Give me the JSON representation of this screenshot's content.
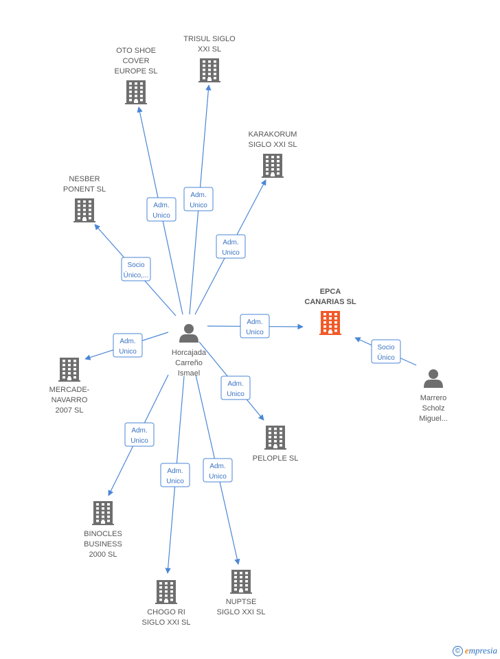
{
  "colors": {
    "company": "#6e6e6e",
    "focus_company": "#f05a28",
    "person": "#6e6e6e",
    "edge": "#4a86d6"
  },
  "footer": {
    "copyright": "©",
    "brand_first": "e",
    "brand_rest": "mpresia"
  },
  "nodes": [
    {
      "id": "horcajada",
      "kind": "person",
      "label": [
        "Horcajada",
        "Carreño",
        "Ismael"
      ]
    },
    {
      "id": "marrero",
      "kind": "person",
      "label": [
        "Marrero",
        "Scholz",
        "Miguel..."
      ]
    },
    {
      "id": "epca",
      "kind": "company",
      "focus": true,
      "label": [
        "EPCA",
        "CANARIAS SL"
      ]
    },
    {
      "id": "trisul",
      "kind": "company",
      "label": [
        "TRISUL SIGLO",
        "XXI SL"
      ]
    },
    {
      "id": "otoshoe",
      "kind": "company",
      "label": [
        "OTO SHOE",
        "COVER",
        "EUROPE SL"
      ]
    },
    {
      "id": "karakorum",
      "kind": "company",
      "label": [
        "KARAKORUM",
        "SIGLO XXI SL"
      ]
    },
    {
      "id": "nesber",
      "kind": "company",
      "label": [
        "NESBER",
        "PONENT SL"
      ]
    },
    {
      "id": "mercade",
      "kind": "company",
      "label": [
        "MERCADE-",
        "NAVARRO",
        "2007 SL"
      ]
    },
    {
      "id": "pelople",
      "kind": "company",
      "label": [
        "PELOPLE SL"
      ]
    },
    {
      "id": "binocles",
      "kind": "company",
      "label": [
        "BINOCLES",
        "BUSINESS",
        "2000 SL"
      ]
    },
    {
      "id": "chogori",
      "kind": "company",
      "label": [
        "CHOGO RI",
        "SIGLO XXI SL"
      ]
    },
    {
      "id": "nuptse",
      "kind": "company",
      "label": [
        "NUPTSE",
        "SIGLO XXI SL"
      ]
    }
  ],
  "edges": [
    {
      "from": "horcajada",
      "to": "trisul",
      "label": [
        "Adm.",
        "Unico"
      ]
    },
    {
      "from": "horcajada",
      "to": "otoshoe",
      "label": [
        "Adm.",
        "Unico"
      ]
    },
    {
      "from": "horcajada",
      "to": "karakorum",
      "label": [
        "Adm.",
        "Unico"
      ]
    },
    {
      "from": "horcajada",
      "to": "nesber",
      "label": [
        "Socio",
        "Único,..."
      ]
    },
    {
      "from": "horcajada",
      "to": "epca",
      "label": [
        "Adm.",
        "Unico"
      ]
    },
    {
      "from": "horcajada",
      "to": "mercade",
      "label": [
        "Adm.",
        "Unico"
      ]
    },
    {
      "from": "horcajada",
      "to": "pelople",
      "label": [
        "Adm.",
        "Unico"
      ]
    },
    {
      "from": "horcajada",
      "to": "binocles",
      "label": [
        "Adm.",
        "Unico"
      ]
    },
    {
      "from": "horcajada",
      "to": "chogori",
      "label": [
        "Adm.",
        "Unico"
      ]
    },
    {
      "from": "horcajada",
      "to": "nuptse",
      "label": [
        "Adm.",
        "Unico"
      ]
    },
    {
      "from": "marrero",
      "to": "epca",
      "label": [
        "Socio",
        "Único"
      ]
    }
  ]
}
